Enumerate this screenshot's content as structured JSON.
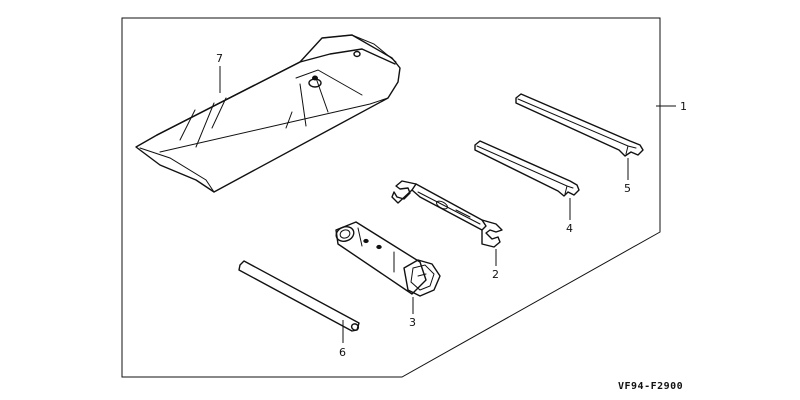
{
  "callouts": [
    {
      "id": "1",
      "label": "1"
    },
    {
      "id": "2",
      "label": "2"
    },
    {
      "id": "3",
      "label": "3"
    },
    {
      "id": "4",
      "label": "4"
    },
    {
      "id": "5",
      "label": "5"
    },
    {
      "id": "6",
      "label": "6"
    },
    {
      "id": "7",
      "label": "7"
    }
  ],
  "diagram_code": "VF94-F2900"
}
